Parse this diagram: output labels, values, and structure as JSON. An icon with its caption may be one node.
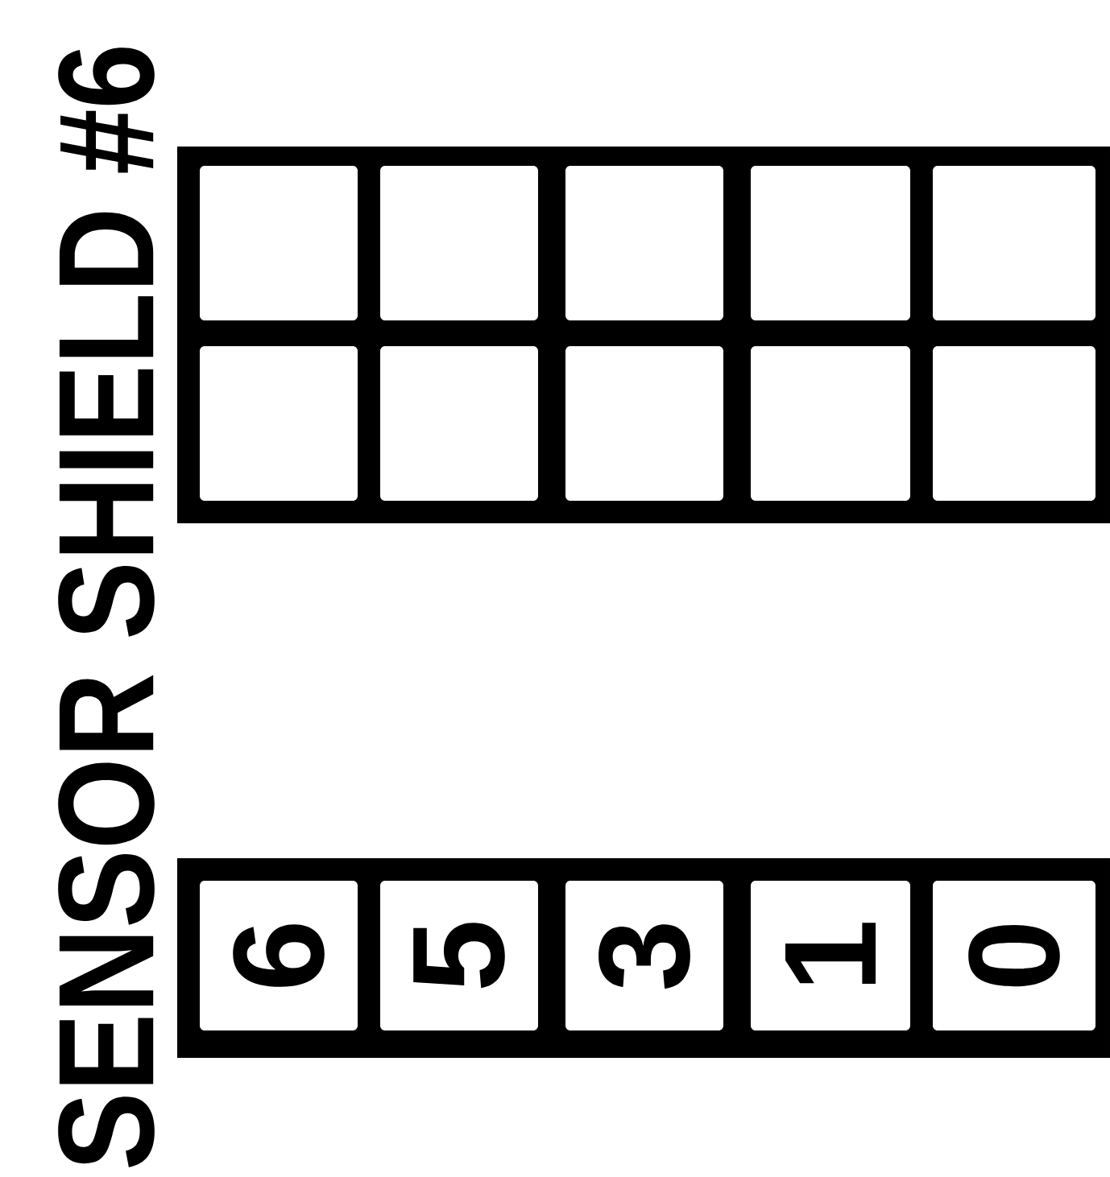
{
  "diagram": {
    "nodes": [
      {
        "text": [],
        "shape": "box"
      },
      {
        "text": [],
        "shape": "box"
      },
      {
        "text": [],
        "shape": "box"
      },
      {
        "text": [],
        "shape": "box"
      },
      {
        "text": [],
        "shape": "box"
      },
      {
        "text": [],
        "shape": "box"
      },
      {
        "text": [],
        "shape": "box"
      },
      {
        "text": [],
        "shape": "box"
      },
      {
        "text": [],
        "shape": "box"
      },
      {
        "text": [],
        "shape": "box"
      },
      {
        "text": [
          "6"
        ]
      },
      {
        "text": [
          "5"
        ]
      },
      {
        "text": [
          "3"
        ]
      },
      {
        "text": [
          "1"
        ]
      },
      {
        "text": [
          "0"
        ]
      }
    ],
    "edges": [],
    "labels": [
      "SENSOR SHIELD #6"
    ]
  }
}
